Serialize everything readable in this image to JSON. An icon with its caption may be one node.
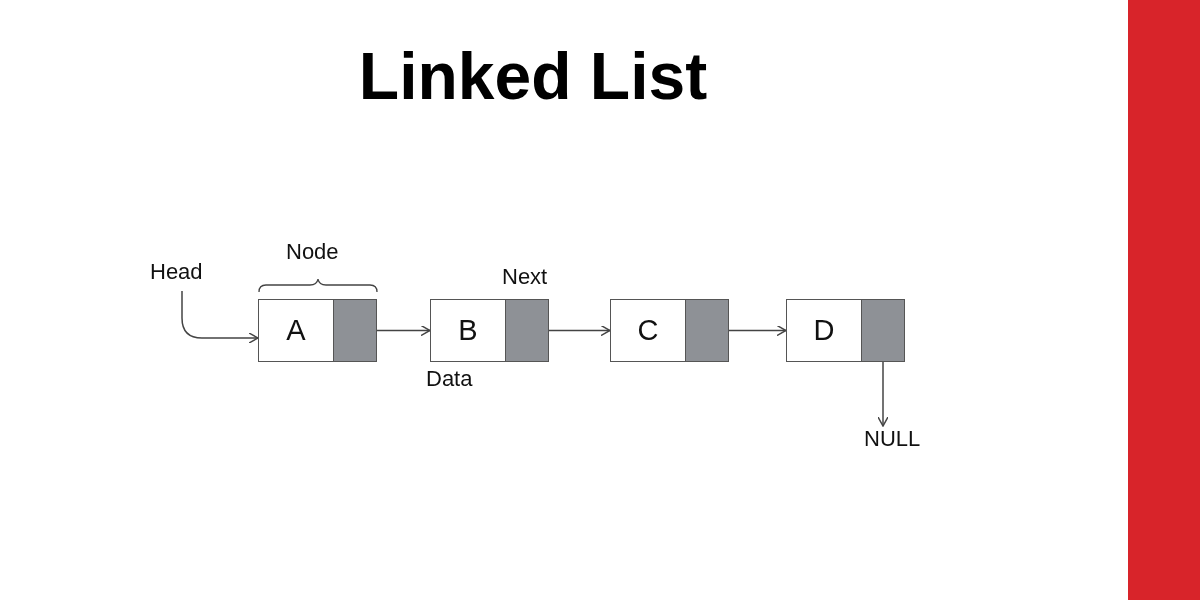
{
  "diagram": {
    "title": "Linked List",
    "nodes": [
      {
        "text": [
          "Head"
        ]
      },
      {
        "text": [
          "A"
        ]
      },
      {
        "text": [],
        "shape": "box"
      },
      {
        "text": [
          "B"
        ]
      },
      {
        "text": [],
        "shape": "box"
      },
      {
        "text": [
          "C"
        ]
      },
      {
        "text": [],
        "shape": "box"
      },
      {
        "text": [
          "D"
        ]
      },
      {
        "text": [],
        "shape": "box"
      },
      {
        "text": [
          "NULL"
        ]
      }
    ],
    "edges": [
      {
        "from": 0,
        "to": 1,
        "arrow": "to"
      },
      {
        "from": 2,
        "to": 3,
        "arrow": "to"
      },
      {
        "from": 4,
        "to": 5,
        "arrow": "to"
      },
      {
        "from": 6,
        "to": 7,
        "arrow": "to"
      },
      {
        "from": 8,
        "to": 9,
        "arrow": "to"
      }
    ],
    "labels": [
      "Node",
      "Next",
      "Data"
    ]
  }
}
